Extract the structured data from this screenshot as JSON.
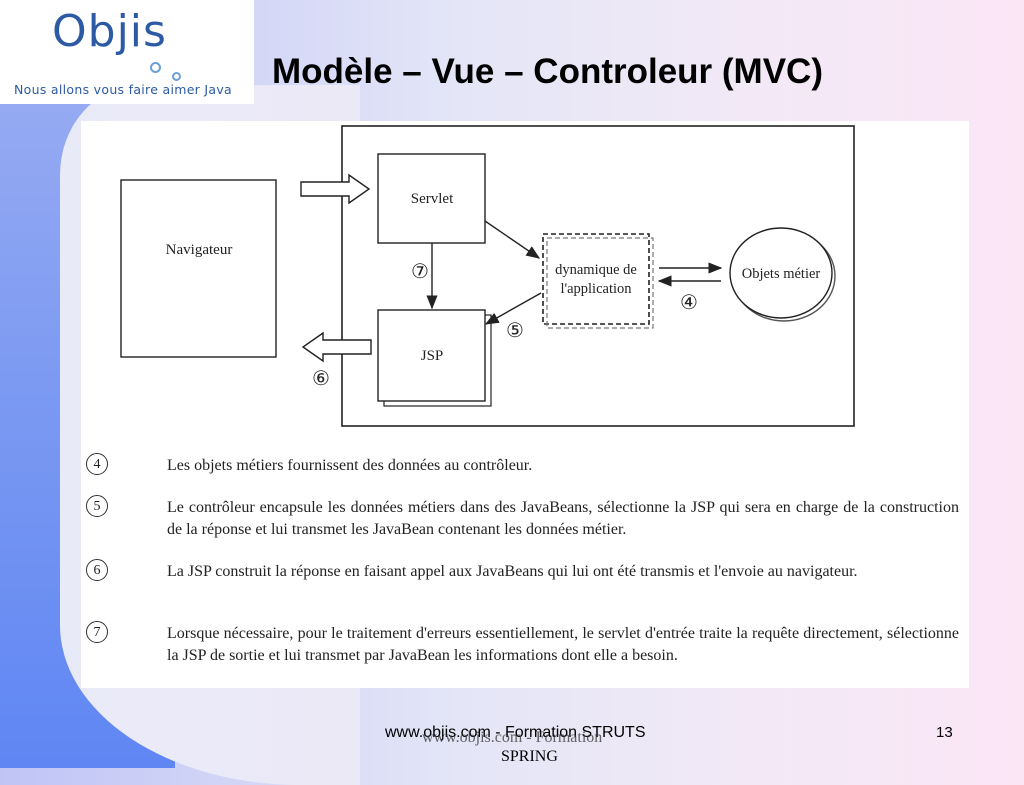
{
  "logo": {
    "wordmark": "Objis",
    "tagline": "Nous allons vous faire aimer Java"
  },
  "slide": {
    "title": "Modèle – Vue – Controleur (MVC)",
    "page_number": "13"
  },
  "diagram": {
    "boxes": {
      "navigateur": "Navigateur",
      "servlet": "Servlet",
      "jsp": "JSP",
      "dynamique_line1": "dynamique de",
      "dynamique_line2": "l'application",
      "objets_metier": "Objets métier"
    },
    "markers": {
      "m4": "④",
      "m5": "⑤",
      "m6": "⑥",
      "m7": "⑦"
    }
  },
  "notes": [
    {
      "num": "4",
      "text": "Les objets métiers fournissent des données au contrôleur."
    },
    {
      "num": "5",
      "text": "Le contrôleur encapsule les données métiers dans des JavaBeans, sélectionne la JSP qui sera en charge de la construction de la réponse et lui transmet les JavaBean contenant les données métier."
    },
    {
      "num": "6",
      "text": "La JSP construit la réponse en faisant appel aux JavaBeans qui lui ont été transmis et l'envoie au navigateur."
    },
    {
      "num": "7",
      "text": "Lorsque nécessaire, pour le traitement d'erreurs essentiellement, le servlet d'entrée traite la requête directement, sélectionne la JSP de sortie et lui transmet par JavaBean les informations dont elle a besoin."
    }
  ],
  "footer": {
    "line1": "www.objis.com - Formation STRUTS",
    "line1_overlay": "www.objis.com - Formation",
    "line2": "SPRING"
  }
}
